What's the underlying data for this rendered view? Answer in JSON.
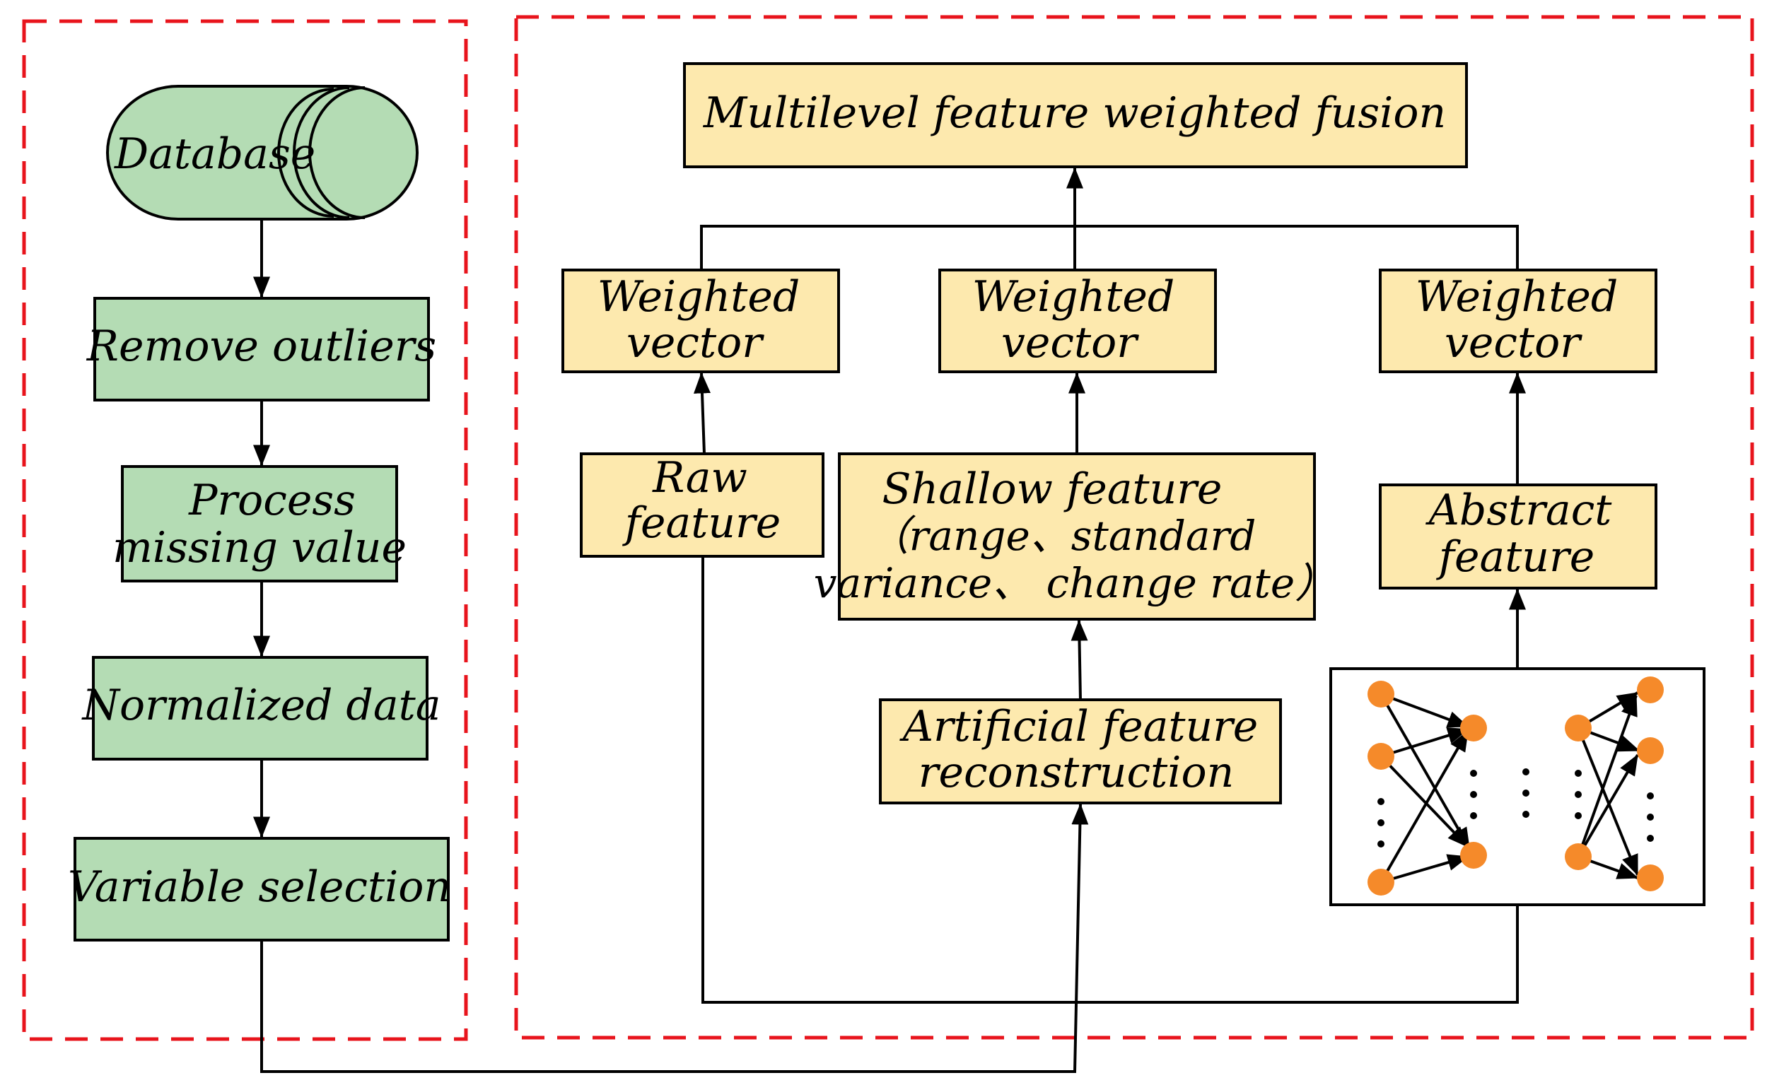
{
  "colors": {
    "green_fill": "#b4dcb4",
    "yellow_fill": "#fde9ae",
    "dash_red": "#e8141c",
    "node_orange": "#f58a2a",
    "line": "#000000"
  },
  "preprocess": {
    "database": "Database",
    "remove_outliers": "Remove outliers",
    "process_missing_1": "Process",
    "process_missing_2": "missing value",
    "normalized": "Normalized data",
    "variable_selection": "Variable selection"
  },
  "fusion": {
    "title": "Multilevel  feature weighted  fusion",
    "weighted_1": "Weighted",
    "weighted_2": "vector",
    "raw_1": "Raw",
    "raw_2": "feature",
    "shallow_1": "Shallow  feature",
    "shallow_2": "（range、standard",
    "shallow_3": "variance、 change rate）",
    "artificial_1": "Artificial  feature",
    "artificial_2": "reconstruction",
    "abstract_1": "Abstract",
    "abstract_2": "feature"
  }
}
